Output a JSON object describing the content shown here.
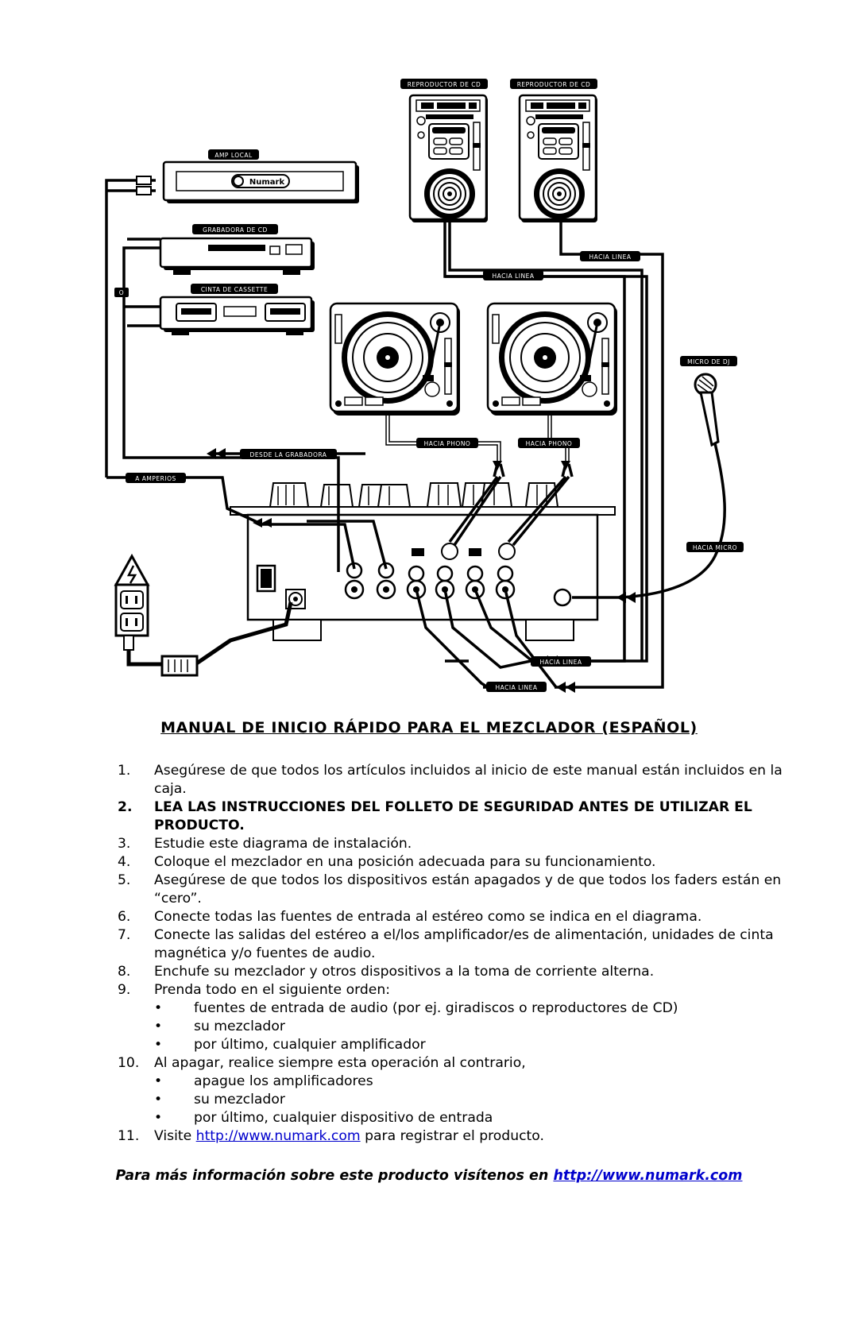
{
  "diagram": {
    "labels": {
      "cd_player_1": "REPRODUCTOR DE CD",
      "cd_player_2": "REPRODUCTOR DE CD",
      "amp_local": "AMP LOCAL",
      "cd_recorder": "GRABADORA DE CD",
      "cassette": "CINTA DE CASSETTE",
      "or_marker": "O",
      "to_line_cd2": "HACIA LINEA",
      "to_line_cd1": "HACIA LINEA",
      "dj_mic": "MICRO DE DJ",
      "to_phono_1": "HACIA PHONO",
      "to_phono_2": "HACIA PHONO",
      "from_recorder": "DESDE LA GRABADORA",
      "to_amps": "A AMPERIOS",
      "to_mic": "HACIA MICRO",
      "to_line_bottom_1": "HACIA LINEA",
      "to_line_bottom_2": "HACIA LINEA"
    },
    "brand": "Numark"
  },
  "manual": {
    "title": "MANUAL DE INICIO RÁPIDO PARA EL MEZCLADOR (ESPAÑOL)",
    "steps": [
      {
        "num": "1.",
        "text": "Asegúrese de que todos los artículos incluidos al inicio de este manual están incluidos en la caja."
      },
      {
        "num": "2.",
        "text": "LEA LAS INSTRUCCIONES DEL FOLLETO DE SEGURIDAD ANTES DE UTILIZAR EL PRODUCTO."
      },
      {
        "num": "3.",
        "text": "Estudie este diagrama de instalación."
      },
      {
        "num": "4.",
        "text": "Coloque el mezclador en una posición adecuada para su funcionamiento."
      },
      {
        "num": "5.",
        "text": "Asegúrese de que todos los dispositivos están apagados y de que todos los faders están en “cero”."
      },
      {
        "num": "6.",
        "text": "Conecte todas las fuentes de entrada al estéreo como se indica en el diagrama."
      },
      {
        "num": "7.",
        "text": "Conecte las salidas del estéreo a el/los amplificador/es de alimentación, unidades de cinta magnética y/o fuentes de audio."
      },
      {
        "num": "8.",
        "text": "Enchufe su mezclador y otros dispositivos a la toma de corriente alterna."
      },
      {
        "num": "9.",
        "text": "Prenda todo en el siguiente orden:"
      },
      {
        "num": "10.",
        "text": "Al apagar, realice siempre esta operación al contrario,"
      },
      {
        "num": "11.",
        "prefix": "Visite ",
        "link": "http://www.numark.com",
        "suffix": " para registrar el producto."
      }
    ],
    "power_on_order": [
      "fuentes de entrada de audio (por ej. giradiscos o reproductores de CD)",
      "su mezclador",
      "por último, cualquier amplificador"
    ],
    "power_off_order": [
      "apague los amplificadores",
      "su mezclador",
      "por último, cualquier dispositivo de entrada"
    ],
    "bullet": "•",
    "footer_text": "Para más información sobre este producto visítenos en ",
    "footer_link": "http://www.numark.com"
  }
}
